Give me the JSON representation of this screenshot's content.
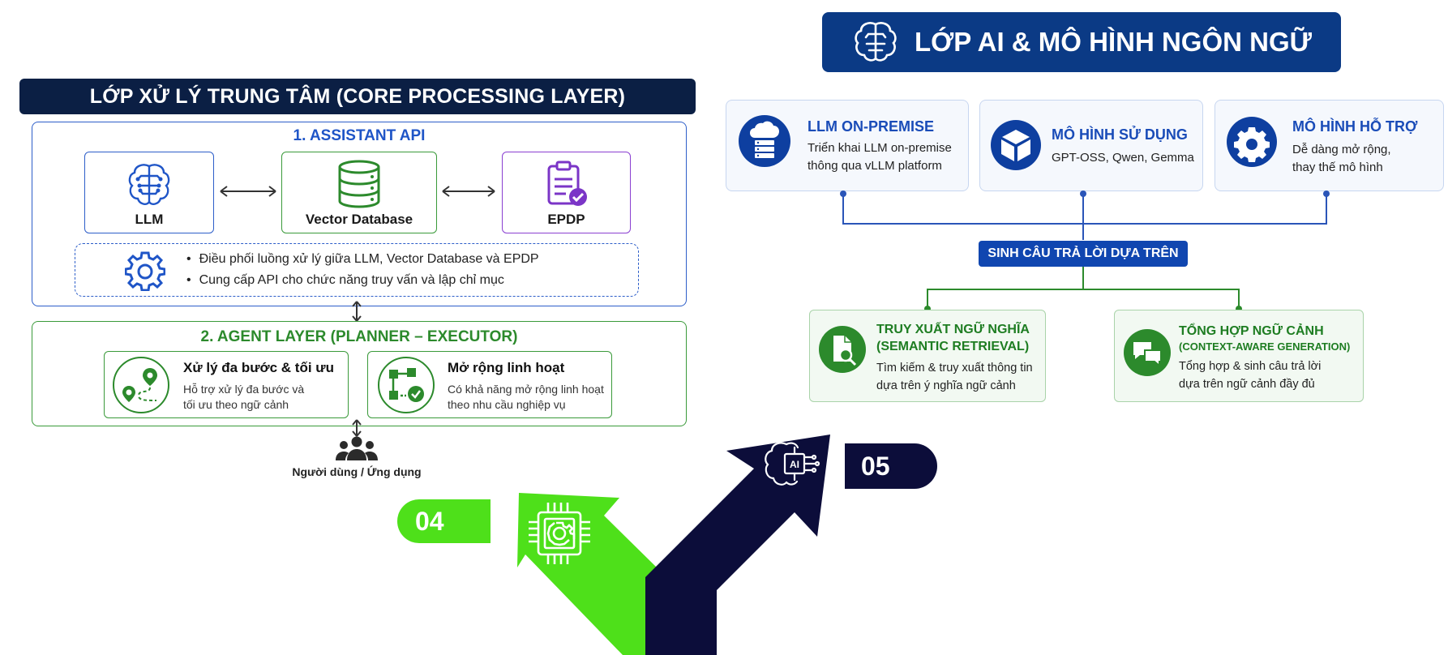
{
  "core": {
    "title": "LỚP XỬ LÝ TRUNG TÂM (CORE PROCESSING LAYER)",
    "assistant": {
      "title": "1. ASSISTANT API",
      "components": [
        "LLM",
        "Vector Database",
        "EPDP"
      ],
      "bullets": [
        "Điều phối luồng xử lý giữa LLM, Vector Database và EPDP",
        "Cung cấp API cho chức năng truy vấn và lập chỉ mục"
      ]
    },
    "agent": {
      "title": "2. AGENT LAYER (PLANNER – EXECUTOR)",
      "cards": [
        {
          "head": "Xử lý đa bước & tối ưu",
          "desc1": "Hỗ trợ xử lý đa bước và",
          "desc2": "tối ưu theo ngữ cảnh"
        },
        {
          "head": "Mở rộng linh hoạt",
          "desc1": "Có khả năng mở rộng linh hoạt",
          "desc2": "theo nhu cầu nghiệp vụ"
        }
      ]
    },
    "users_label": "Người dùng / Ứng dụng"
  },
  "ai": {
    "title": "LỚP AI & MÔ HÌNH NGÔN NGỮ",
    "features": [
      {
        "head": "LLM ON-PREMISE",
        "desc1": "Triển khai LLM on-premise",
        "desc2": "thông qua vLLM platform"
      },
      {
        "head": "MÔ HÌNH SỬ DỤNG",
        "desc1": "GPT-OSS, Qwen, Gemma",
        "desc2": ""
      },
      {
        "head": "MÔ HÌNH HỖ TRỢ",
        "desc1": "Dễ dàng mở rộng,",
        "desc2": "thay thế mô hình"
      }
    ],
    "pill": "SINH CÂU TRẢ LỜI DỰA TRÊN",
    "outputs": [
      {
        "head1": "TRUY XUẤT NGỮ NGHĨA",
        "head2": "(SEMANTIC RETRIEVAL)",
        "desc1": "Tìm kiếm & truy xuất thông tin",
        "desc2": "dựa trên ý nghĩa ngữ cảnh"
      },
      {
        "head1": "TỔNG HỢP NGỮ CẢNH",
        "head2": "(CONTEXT-AWARE GENERATION)",
        "desc1": "Tổng hợp & sinh câu trả lời",
        "desc2": "dựa trên ngữ cảnh đầy đủ"
      }
    ]
  },
  "badges": {
    "left": "04",
    "right": "05",
    "ai_chip": "AI"
  },
  "colors": {
    "navy": "#0b1f44",
    "blue": "#1f55c7",
    "green": "#2c8a2c",
    "lime": "#4ee01a",
    "dark_arrow": "#0c0d3a"
  }
}
